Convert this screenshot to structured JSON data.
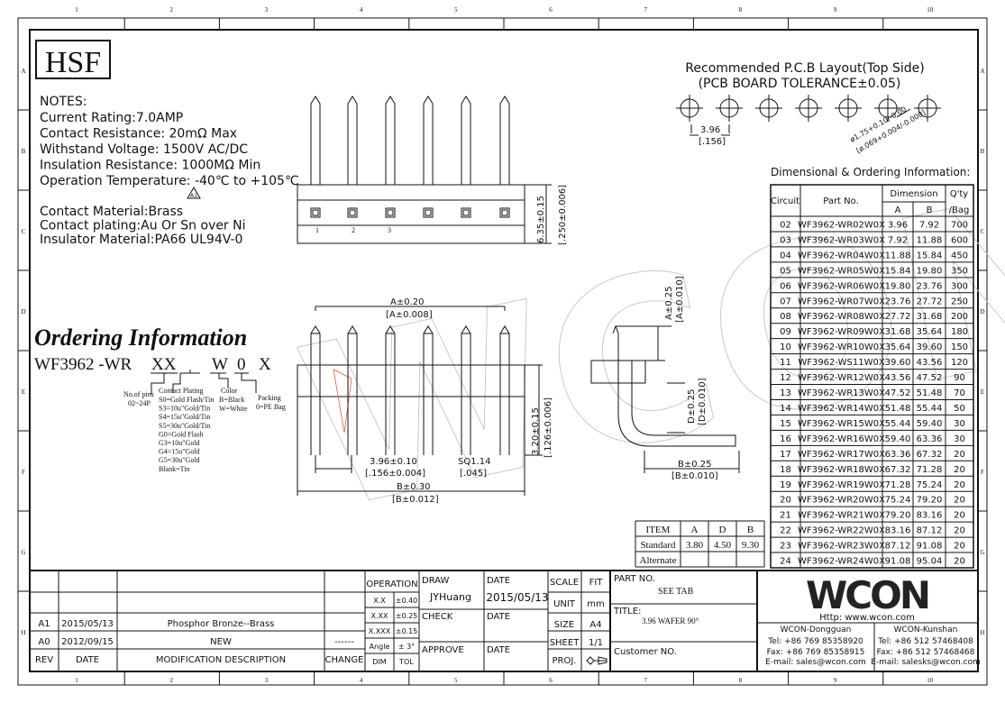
{
  "logo_box": "HSF",
  "notes": {
    "heading": "NOTES:",
    "lines": [
      "Current Rating:7.0AMP",
      "Contact Resistance: 20mΩ Max",
      "Withstand Voltage: 1500V AC/DC",
      "Insulation Resistance: 1000MΩ Min",
      "Operation Temperature: -40℃ to +105℃"
    ],
    "materials": [
      "Contact Material:Brass",
      "Contact plating:Au Or Sn over Ni",
      "Insulator Material:PA66 UL94V-0"
    ],
    "warning_mark": "A1"
  },
  "ordering": {
    "title": "Ordering Information",
    "code": [
      "WF3962 -WR",
      "XX",
      "W",
      "0",
      "X"
    ],
    "pins_label": "No.of pins",
    "pins_range": "02~24P",
    "plating_label": "Contact Plating",
    "plating": [
      "S0=Gold Flash/Tin",
      "S3=10u\"Gold/Tin",
      "S4=15u\"Gold/Tin",
      "S5=30u\"Gold/Tin",
      "G0=Gold Flash",
      "G3=10u\"Gold",
      "G4=15u\"Gold",
      "G5=30u\"Gold",
      "Blank=Tin"
    ],
    "color_label": "Color",
    "colors": [
      "B=Black",
      "W=White"
    ],
    "packing_label": "Packing",
    "packing": "0=PE Bag"
  },
  "ruler": {
    "cols": [
      "1",
      "2",
      "3",
      "4",
      "5",
      "6",
      "7",
      "8",
      "9",
      "10"
    ],
    "rows": [
      "A",
      "B",
      "C",
      "D",
      "E",
      "F",
      "G",
      "H"
    ]
  },
  "drawing": {
    "pin_numbers": [
      "1",
      "2",
      "3"
    ],
    "dim_height_top": "6.35±0.15",
    "dim_height_top_in": "[.250±0.006]",
    "dim_a": "A±0.20",
    "dim_a_in": "[A±0.008]",
    "dim_pitch": "3.96±0.10",
    "dim_pitch_in": "[.156±0.004]",
    "dim_sq": "SQ1.14",
    "dim_sq_in": "[.045]",
    "dim_b": "B±0.30",
    "dim_b_in": "[B±0.012]",
    "dim_h2": "3.20±0.15",
    "dim_h2_in": "[.126±0.006]",
    "side_a": "A±0.25",
    "side_a_in": "[A±0.010]",
    "side_d": "D±0.25",
    "side_d_in": "[D±0.010]",
    "side_b": "B±0.25",
    "side_b_in": "[B±0.010]"
  },
  "pcb": {
    "title": "Recommended P.C.B Layout(Top Side)",
    "subtitle": "(PCB BOARD TOLERANCE±0.05)",
    "pitch": "3.96",
    "pitch_in": "[.156]",
    "hole": "ø1.75+0.10/-0.00",
    "hole_in": "[ø.069+0.004/-0.000]"
  },
  "watermark": "WCON",
  "item_table": {
    "headers": [
      "ITEM",
      "A",
      "D",
      "B"
    ],
    "rows": [
      [
        "Standard",
        "3.80",
        "4.50",
        "9.30"
      ],
      [
        "Alternate",
        "",
        "",
        ""
      ]
    ]
  },
  "dim_table": {
    "title": "Dimensional & Ordering Information:",
    "headers": {
      "circuit": "Circuit",
      "part": "Part No.",
      "dimension": "Dimension",
      "a": "A",
      "b": "B",
      "qty": "Q'ty",
      "qty2": "/Bag"
    },
    "rows": [
      [
        "02",
        "WF3962-WR02W0X",
        "3.96",
        "7.92",
        "700"
      ],
      [
        "03",
        "WF3962-WR03W0X",
        "7.92",
        "11.88",
        "600"
      ],
      [
        "04",
        "WF3962-WR04W0X",
        "11.88",
        "15.84",
        "450"
      ],
      [
        "05",
        "WF3962-WR05W0X",
        "15.84",
        "19.80",
        "350"
      ],
      [
        "06",
        "WF3962-WR06W0X",
        "19.80",
        "23.76",
        "300"
      ],
      [
        "07",
        "WF3962-WR07W0X",
        "23.76",
        "27.72",
        "250"
      ],
      [
        "08",
        "WF3962-WR08W0X",
        "27.72",
        "31.68",
        "200"
      ],
      [
        "09",
        "WF3962-WR09W0X",
        "31.68",
        "35.64",
        "180"
      ],
      [
        "10",
        "WF3962-WR10W0X",
        "35.64",
        "39.60",
        "150"
      ],
      [
        "11",
        "WF3962-WS11W0X",
        "39.60",
        "43.56",
        "120"
      ],
      [
        "12",
        "WF3962-WR12W0X",
        "43.56",
        "47.52",
        "90"
      ],
      [
        "13",
        "WF3962-WR13W0X",
        "47.52",
        "51.48",
        "70"
      ],
      [
        "14",
        "WF3962-WR14W0X",
        "51.48",
        "55.44",
        "50"
      ],
      [
        "15",
        "WF3962-WR15W0X",
        "55.44",
        "59.40",
        "30"
      ],
      [
        "16",
        "WF3962-WR16W0X",
        "59.40",
        "63.36",
        "30"
      ],
      [
        "17",
        "WF3962-WR17W0X",
        "63.36",
        "67.32",
        "20"
      ],
      [
        "18",
        "WF3962-WR18W0X",
        "67.32",
        "71.28",
        "20"
      ],
      [
        "19",
        "WF3962-WR19W0X",
        "71.28",
        "75.24",
        "20"
      ],
      [
        "20",
        "WF3962-WR20W0X",
        "75.24",
        "79.20",
        "20"
      ],
      [
        "21",
        "WF3962-WR21W0X",
        "79.20",
        "83.16",
        "20"
      ],
      [
        "22",
        "WF3962-WR22W0X",
        "83.16",
        "87.12",
        "20"
      ],
      [
        "23",
        "WF3962-WR23W0X",
        "87.12",
        "91.08",
        "20"
      ],
      [
        "24",
        "WF3962-WR24W0X",
        "91.08",
        "95.04",
        "20"
      ]
    ]
  },
  "title_block": {
    "revisions": [
      [
        "",
        "",
        "",
        ""
      ],
      [
        "",
        "",
        "",
        ""
      ],
      [
        "A1",
        "2015/05/13",
        "Phosphor Bronze--Brass",
        ""
      ],
      [
        "A0",
        "2012/09/15",
        "NEW",
        "------"
      ],
      [
        "REV",
        "DATE",
        "MODIFICATION DESCRIPTION",
        "CHANGE"
      ]
    ],
    "operation": "OPERATION",
    "tolerances": [
      [
        "X.X",
        "±0.40"
      ],
      [
        "X.XX",
        "±0.25"
      ],
      [
        "X.XXX",
        "±0.15"
      ],
      [
        "Angle",
        "± 3°"
      ],
      [
        "DIM",
        "TOL"
      ]
    ],
    "draw_label": "DRAW",
    "draw_value": "JYHuang",
    "date_label": "DATE",
    "date_value": "2015/05/13",
    "check_label": "CHECK",
    "approve_label": "APPROVE",
    "scale_label": "SCALE",
    "scale_value": "FIT",
    "unit_label": "UNIT",
    "unit_value": "mm",
    "size_label": "SIZE",
    "size_value": "A4",
    "sheet_label": "SHEET",
    "sheet_value": "1/1",
    "proj_label": "PROJ.",
    "part_no_label": "PART NO.",
    "part_no_value": "SEE TAB",
    "title_label": "TITLE:",
    "title_value": "3.96 WAFER 90°",
    "customer_label": "Customer NO.",
    "company_logo": "WCON",
    "website": "Http: www.wcon.com",
    "offices": [
      {
        "name": "WCON-Dongguan",
        "tel": "Tel: +86 769 85358920",
        "fax": "Fax: +86 769 85358915",
        "email": "E-mail: sales@wcon.com"
      },
      {
        "name": "WCON-Kunshan",
        "tel": "Tel: +86 512 57468408",
        "fax": "Fax: +86 512 57468468",
        "email": "E-mail: salesks@wcon.com"
      }
    ]
  }
}
